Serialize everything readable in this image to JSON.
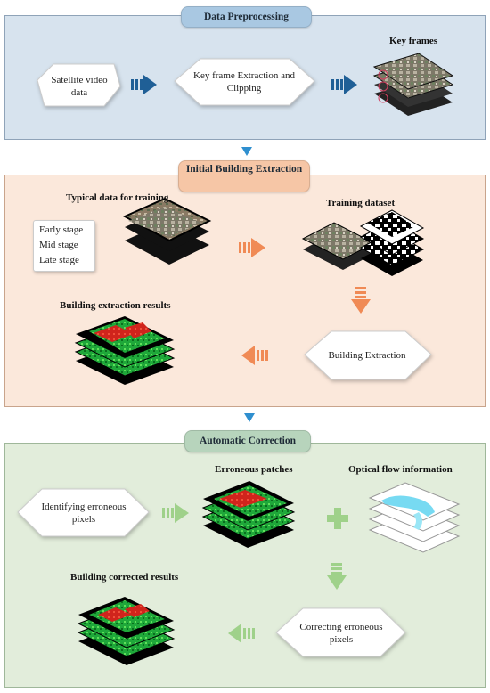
{
  "sections": {
    "preprocessing": {
      "title": "Data Preprocessing"
    },
    "initial": {
      "title": "Initial Building Extraction"
    },
    "correction": {
      "title": "Automatic Correction"
    }
  },
  "preprocessing": {
    "input_label": "Satellite video data",
    "process_label": "Key frame Extraction and Clipping",
    "output_label": "Key frames"
  },
  "initial": {
    "typical_label": "Typical data for training",
    "stages": [
      "Early stage",
      "Mid stage",
      "Late stage"
    ],
    "training_label": "Training dataset",
    "extraction_label": "Building Extraction",
    "results_label": "Building extraction results"
  },
  "correction": {
    "identify_label": "Identifying erroneous pixels",
    "patches_label": "Erroneous patches",
    "flow_label": "Optical flow information",
    "correcting_label": "Correcting erroneous pixels",
    "corrected_label": "Building corrected results"
  },
  "colors": {
    "blue_arrow": "#1f5f96",
    "orange_arrow": "#f08a55",
    "green_arrow": "#9fd18a",
    "connector": "#2f8fcf"
  }
}
